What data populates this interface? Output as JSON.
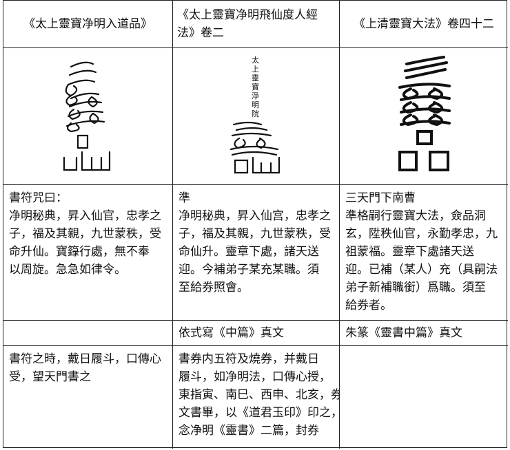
{
  "headers": [
    "《太上靈寶净明入道品》",
    "《太上靈寶净明飛仙度人經法》卷二",
    "《上清靈寶大法》卷四十二"
  ],
  "figure_inscription": "太上靈寶淨明院",
  "row3": {
    "col1": [
      "書符咒曰：",
      "净明秘典，昇入仙官，忠孝之",
      "子，福及其親，九世蒙秩，受",
      "命升仙。寶籙行處，無不奉",
      "以周旋。急急如律令。"
    ],
    "col2": [
      "準",
      "净明秘典，昇入仙宫，忠孝之",
      "子，福及其親，九世蒙秩，受",
      "命仙升。靈章下處，諸天送",
      "迎。今補弟子某充某職。須",
      "至給券照會。"
    ],
    "col3": [
      "三天門下南曹",
      "準格嗣行靈寶大法，僉品洞",
      "玄，陞秩仙官，永勤孝忠，九",
      "祖蒙福。靈章下處諸天送",
      "迎。已補（某人）充（具嗣法",
      "弟子新補職銜）爲職。須至",
      "給券者。"
    ]
  },
  "row4": {
    "col1": "",
    "col2": "依式寫《中篇》真文",
    "col3": "朱篆《靈書中篇》真文"
  },
  "row5": {
    "col1": [
      "書符之時，戴日履斗，口傳心",
      "受，望天門書之"
    ],
    "col2": [
      "書券内五符及燒券，并戴日",
      "履斗，如净明法，口傳心授，",
      "東指寅、南巳、西申、北亥，券",
      "文書畢，以《道君玉印》印之，",
      "念净明《靈書》二篇，封券"
    ],
    "col3": []
  }
}
